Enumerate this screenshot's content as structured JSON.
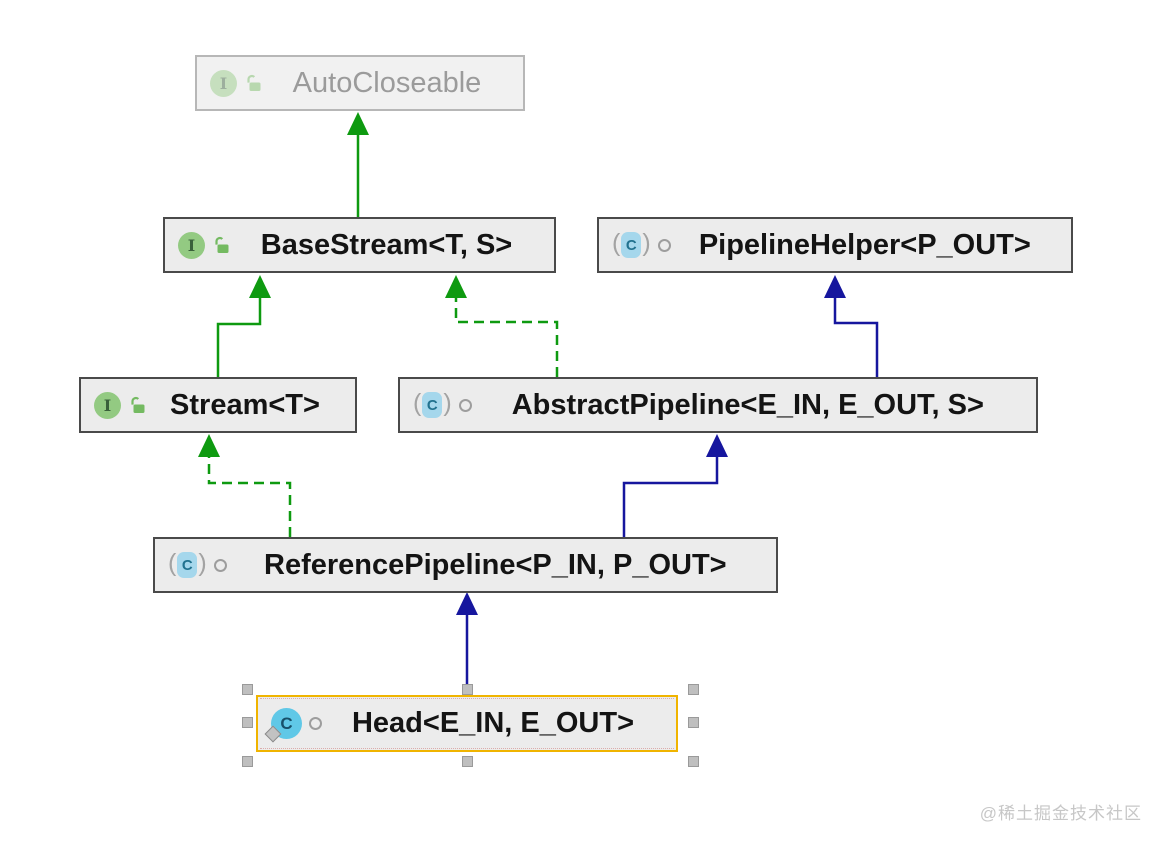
{
  "nodes": {
    "autocloseable": {
      "label": "AutoCloseable",
      "type": "interface",
      "state": "faded"
    },
    "basestream": {
      "label": "BaseStream<T, S>",
      "type": "interface",
      "state": "normal"
    },
    "pipelinehelper": {
      "label": "PipelineHelper<P_OUT>",
      "type": "abstract class",
      "state": "normal"
    },
    "stream": {
      "label": "Stream<T>",
      "type": "interface",
      "state": "normal"
    },
    "abstractpipeline": {
      "label": "AbstractPipeline<E_IN, E_OUT, S>",
      "type": "abstract class",
      "state": "normal"
    },
    "referencepipeline": {
      "label": "ReferencePipeline<P_IN, P_OUT>",
      "type": "abstract class",
      "state": "normal"
    },
    "head": {
      "label": "Head<E_IN, E_OUT>",
      "type": "class",
      "state": "selected"
    }
  },
  "icons": {
    "interface_letter": "I",
    "class_letter": "C",
    "paren_open": "(",
    "paren_close": ")"
  },
  "edges": [
    {
      "from": "basestream",
      "to": "autocloseable",
      "relation": "extends",
      "style": "solid-green"
    },
    {
      "from": "stream",
      "to": "basestream",
      "relation": "extends",
      "style": "solid-green"
    },
    {
      "from": "abstractpipeline",
      "to": "basestream",
      "relation": "implements",
      "style": "dashed-green"
    },
    {
      "from": "abstractpipeline",
      "to": "pipelinehelper",
      "relation": "extends",
      "style": "solid-navy"
    },
    {
      "from": "referencepipeline",
      "to": "stream",
      "relation": "implements",
      "style": "dashed-green"
    },
    {
      "from": "referencepipeline",
      "to": "abstractpipeline",
      "relation": "extends",
      "style": "solid-navy"
    },
    {
      "from": "head",
      "to": "referencepipeline",
      "relation": "extends",
      "style": "solid-navy"
    }
  ],
  "colors": {
    "interface_edge": "#0e9a10",
    "class_edge": "#16169e",
    "selection": "#f0b400",
    "node_bg": "#ececec",
    "node_border": "#4a4a4a"
  },
  "watermark": "@稀土掘金技术社区"
}
